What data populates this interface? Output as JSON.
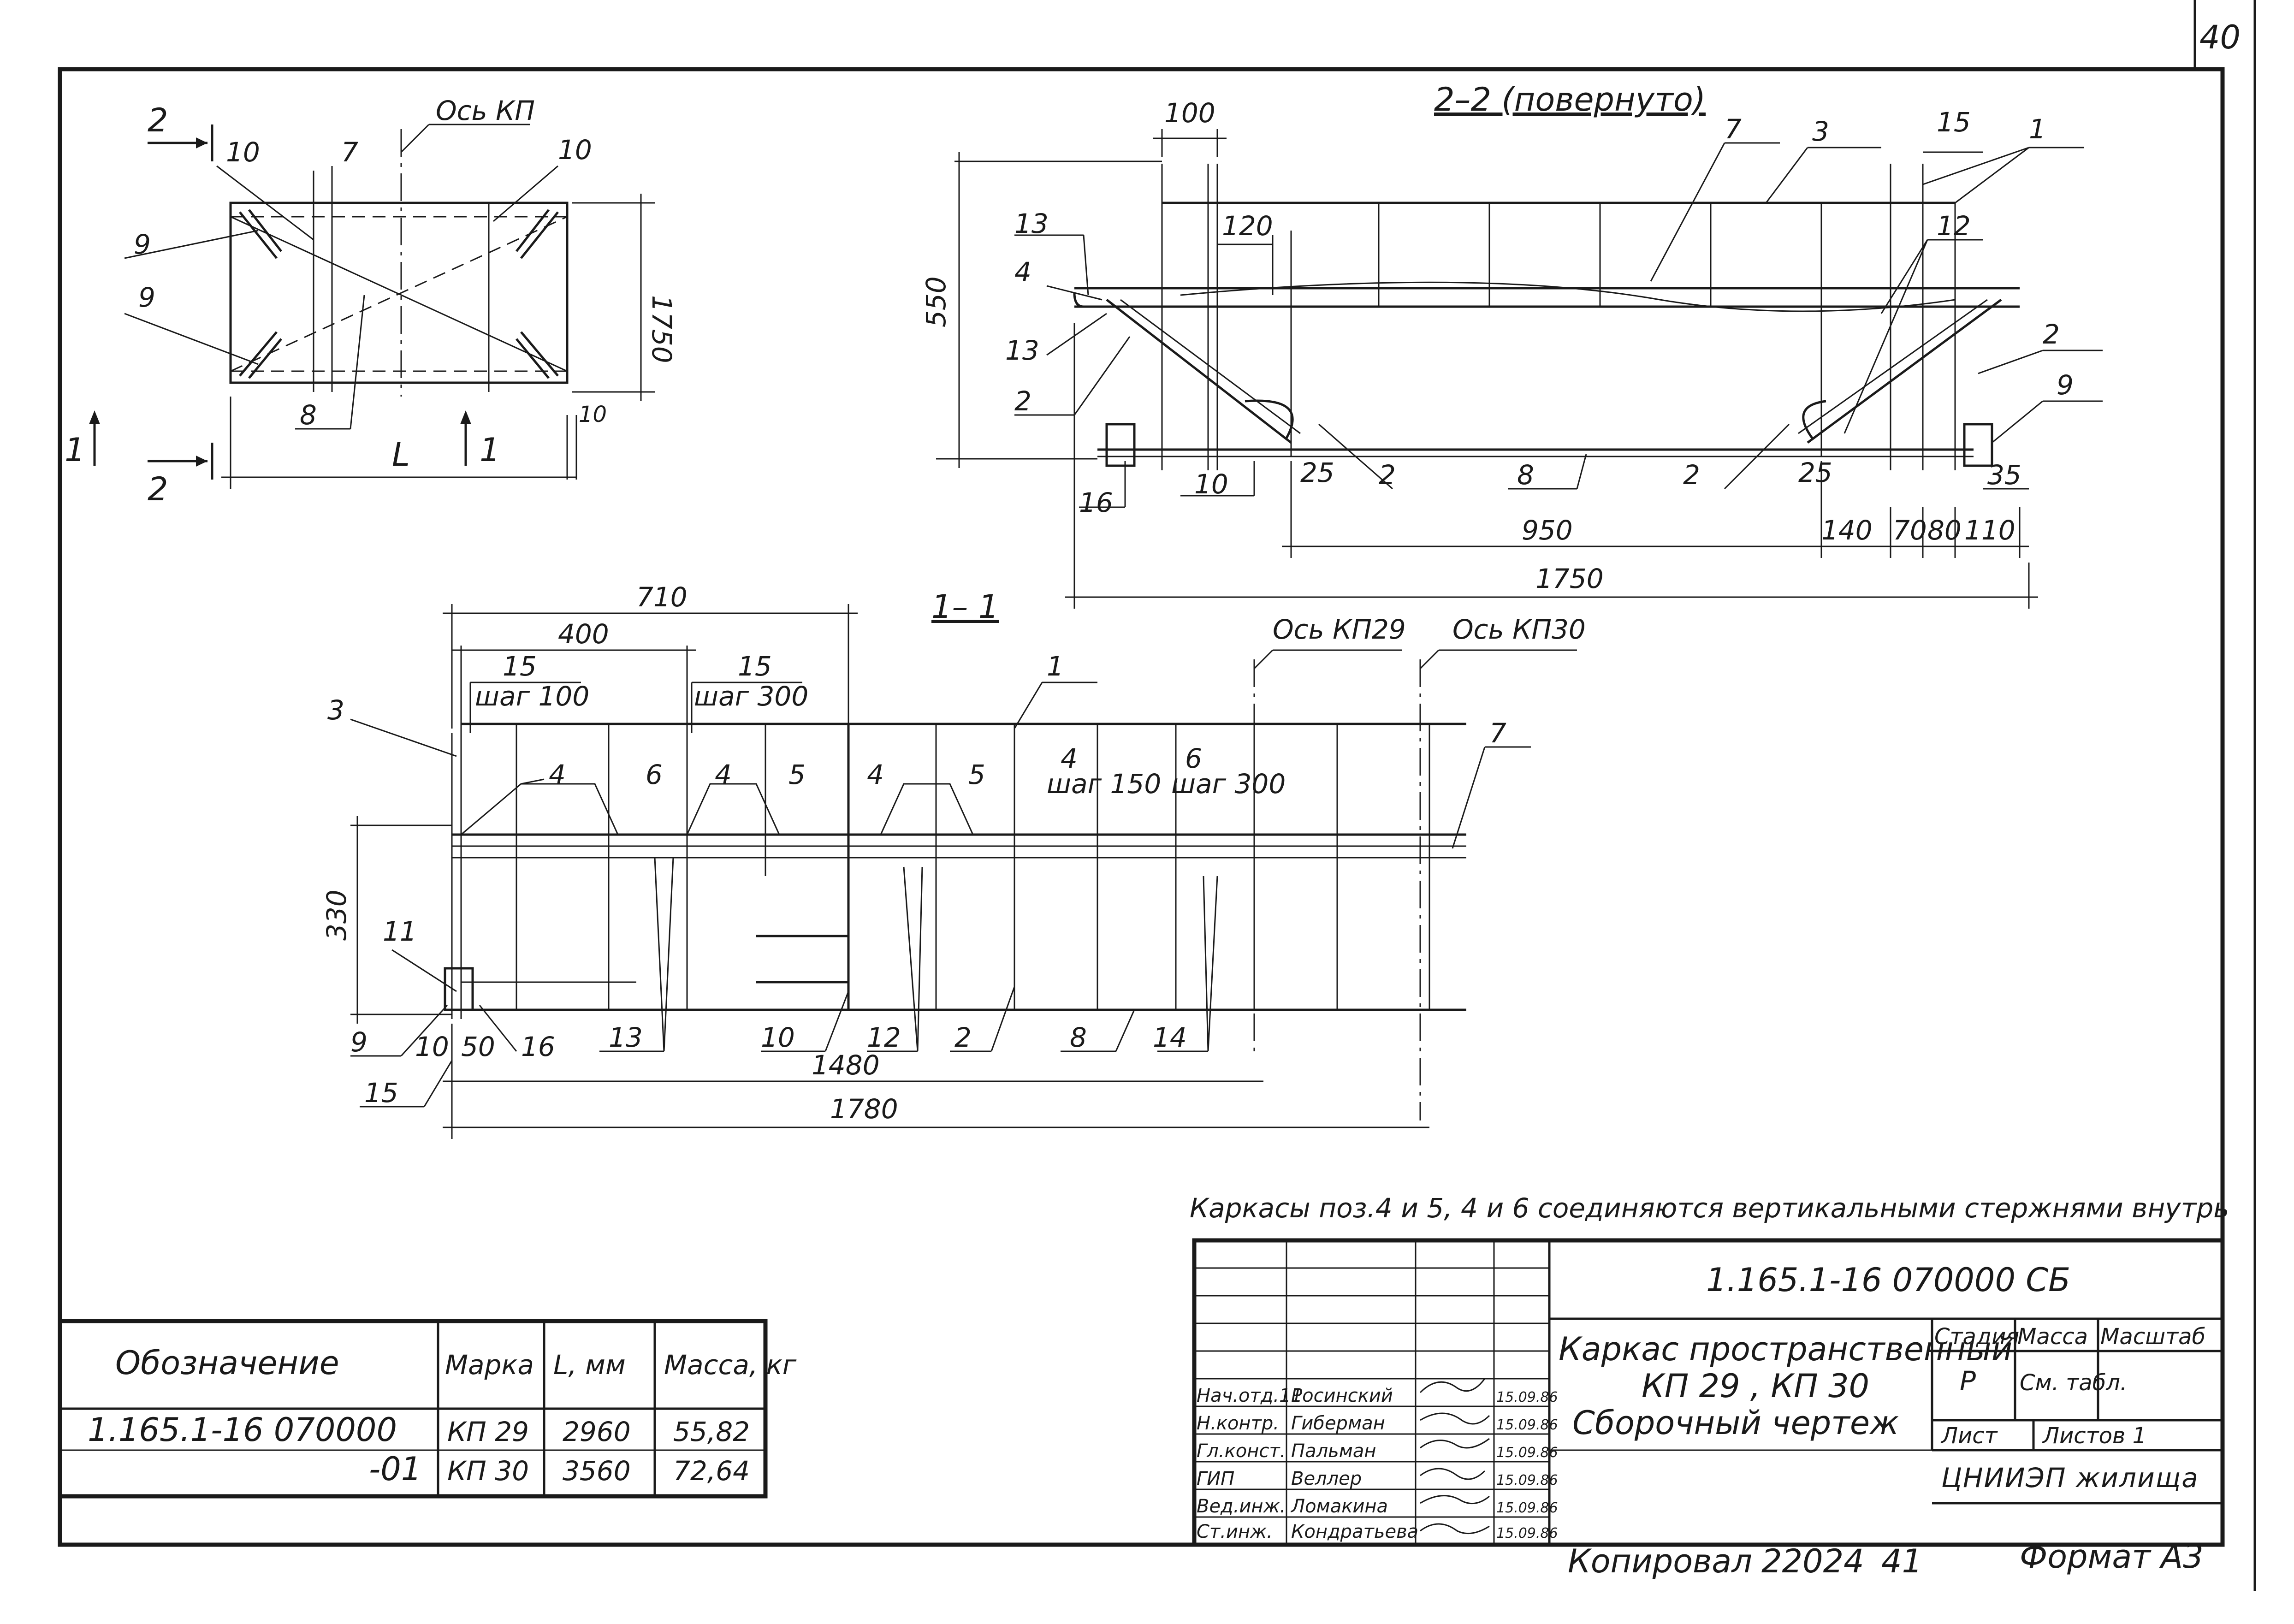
{
  "page_number": "40",
  "note": "Каркасы поз.4 и 5, 4 и 6 соединяются вертикальными стержнями внутрь",
  "plan_view": {
    "section_marks": [
      "2",
      "2",
      "1",
      "1"
    ],
    "axis_label": "Ось КП",
    "labels": [
      "10",
      "7",
      "10",
      "9",
      "9",
      "8"
    ],
    "dim_height": "1750",
    "dim_small": "10",
    "dim_length": "L"
  },
  "section_2_2": {
    "title": "2–2 (повернуто)",
    "labels": [
      "100",
      "7",
      "3",
      "15",
      "1",
      "13",
      "120",
      "12",
      "4",
      "13",
      "2",
      "2",
      "9",
      "16",
      "10",
      "25",
      "2",
      "8",
      "2",
      "25",
      "35"
    ],
    "dim_height": "550",
    "dims_bottom": [
      "950",
      "140",
      "70",
      "80",
      "110"
    ],
    "dim_total": "1750"
  },
  "section_1_1": {
    "title": "1– 1",
    "dims_top": [
      "710",
      "400"
    ],
    "axes": [
      "Ось КП29",
      "Ось КП30"
    ],
    "pitch_labels": [
      {
        "pos": "15",
        "text": "шаг 100"
      },
      {
        "pos": "15",
        "text": "шаг 300"
      },
      {
        "pos": "4",
        "text": "шаг 150"
      },
      {
        "pos": "6",
        "text": "шаг 300"
      }
    ],
    "labels_top": [
      "3",
      "1",
      "4",
      "6",
      "4",
      "5",
      "4",
      "5",
      "7"
    ],
    "labels_bottom": [
      "11",
      "9",
      "10",
      "50",
      "16",
      "13",
      "10",
      "12",
      "2",
      "8",
      "14",
      "15"
    ],
    "dim_height": "330",
    "dim_1480": "1480",
    "dim_1780": "1780"
  },
  "spec_table": {
    "headers": [
      "Обозначение",
      "Марка",
      "L, мм",
      "Масса, кг"
    ],
    "rows": [
      [
        "1.165.1-16 070000",
        "КП 29",
        "2960",
        "55,82"
      ],
      [
        "-01",
        "КП 30",
        "3560",
        "72,64"
      ]
    ]
  },
  "title_block": {
    "doc_code": "1.165.1-16 070000 СБ",
    "title_lines": [
      "Каркас пространственный",
      "КП 29 , КП 30",
      "Сборочный чертеж"
    ],
    "stage_header": "Стадия",
    "mass_header": "Масса",
    "scale_header": "Масштаб",
    "stage": "Р",
    "mass": "См. табл.",
    "sheet_label": "Лист",
    "sheets_label": "Листов 1",
    "org": "ЦНИИЭП жилища",
    "signatures": [
      {
        "role": "Нач.отд.11",
        "name": "Росинский",
        "date": "15.09.86"
      },
      {
        "role": "Н.контр.",
        "name": "Гиберман",
        "date": "15.09.86"
      },
      {
        "role": "Гл.конст.",
        "name": "Пальман",
        "date": "15.09.86"
      },
      {
        "role": "ГИП",
        "name": "Веллер",
        "date": "15.09.86"
      },
      {
        "role": "Вед.инж.",
        "name": "Ломакина",
        "date": "15.09.86"
      },
      {
        "role": "Ст.инж.",
        "name": "Кондратьева",
        "date": "15.09.86"
      }
    ]
  },
  "footer": {
    "copied": "Копировал",
    "number": "22024",
    "sheet_no": "41",
    "format": "Формат А3"
  }
}
